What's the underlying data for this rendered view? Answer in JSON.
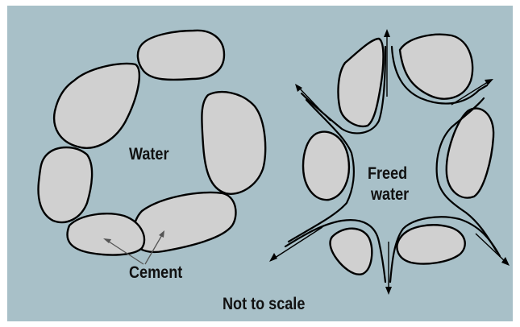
{
  "labels": {
    "water": "Water",
    "freed_water_line1": "Freed",
    "freed_water_line2": "water",
    "cement": "Cement",
    "scale_note": "Not to scale"
  },
  "colors": {
    "background": "#a8c0c8",
    "particle_fill": "#d0d0d0",
    "outline": "#000000",
    "pointer": "#555555"
  }
}
